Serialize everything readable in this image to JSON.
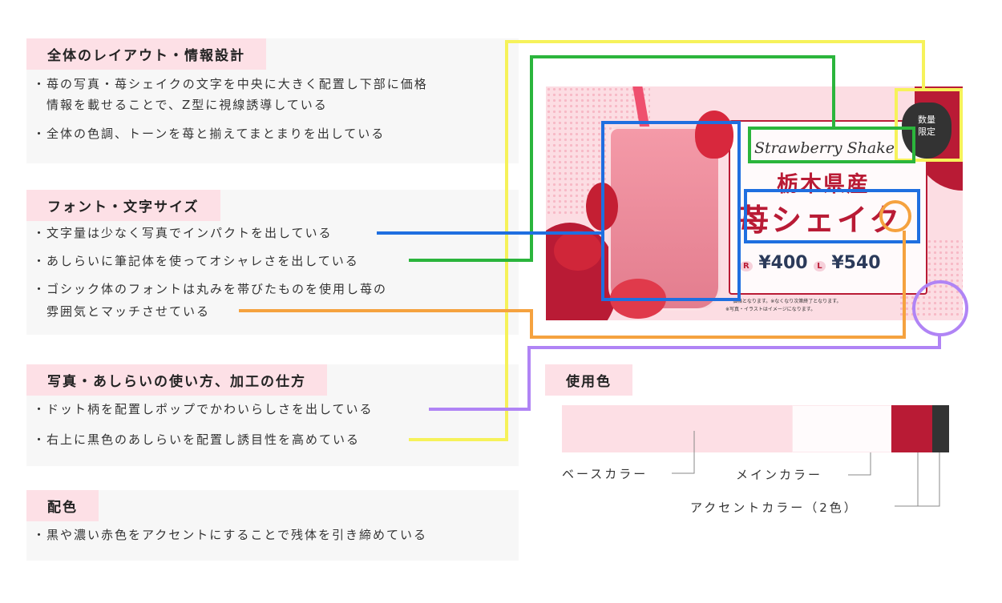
{
  "sections": [
    {
      "title": "全体のレイアウト・情報設計",
      "items": [
        "・苺の写真・苺シェイクの文字を中央に大きく配置し下部に価格",
        "　情報を載せることで、Z型に視線誘導している",
        "・全体の色調、トーンを苺と揃えてまとまりを出している"
      ]
    },
    {
      "title": "フォント・文字サイズ",
      "items": [
        "・文字量は少なく写真でインパクトを出している",
        "・あしらいに筆記体を使ってオシャレさを出している",
        "・ゴシック体のフォントは丸みを帯びたものを使用し苺の",
        "　雰囲気とマッチさせている"
      ]
    },
    {
      "title": "写真・あしらいの使い方、加工の仕方",
      "items": [
        "・ドット柄を配置しポップでかわいらしさを出している",
        "・右上に黒色のあしらいを配置し誘目性を高めている"
      ]
    },
    {
      "title": "配色",
      "items": [
        "・黒や濃い赤色をアクセントにすることで残体を引き締めている"
      ]
    }
  ],
  "poster": {
    "script": "Strawberry Shake",
    "origin": "栃木県産",
    "name": "苺シェイク",
    "badge": [
      "数量",
      "限定"
    ],
    "size_r": "R",
    "price_r": "¥400",
    "size_l": "L",
    "price_l": "¥540",
    "note1": "価格となります。※なくなり次第終了となります。",
    "note2": "※写真・イラストはイメージになります。"
  },
  "colors": {
    "title": "使用色",
    "base_label": "ベースカラー",
    "base": "#fddfe5",
    "main_label": "メインカラー",
    "main": "#fffbfc",
    "accent_label": "アクセントカラー（2色）",
    "accent1": "#b91b35",
    "accent2": "#333333"
  },
  "annotation_colors": {
    "yellow": "#f6f25a",
    "green": "#2bb53c",
    "blue": "#1f6fe0",
    "orange": "#f5a23f",
    "purple": "#b084f5"
  }
}
